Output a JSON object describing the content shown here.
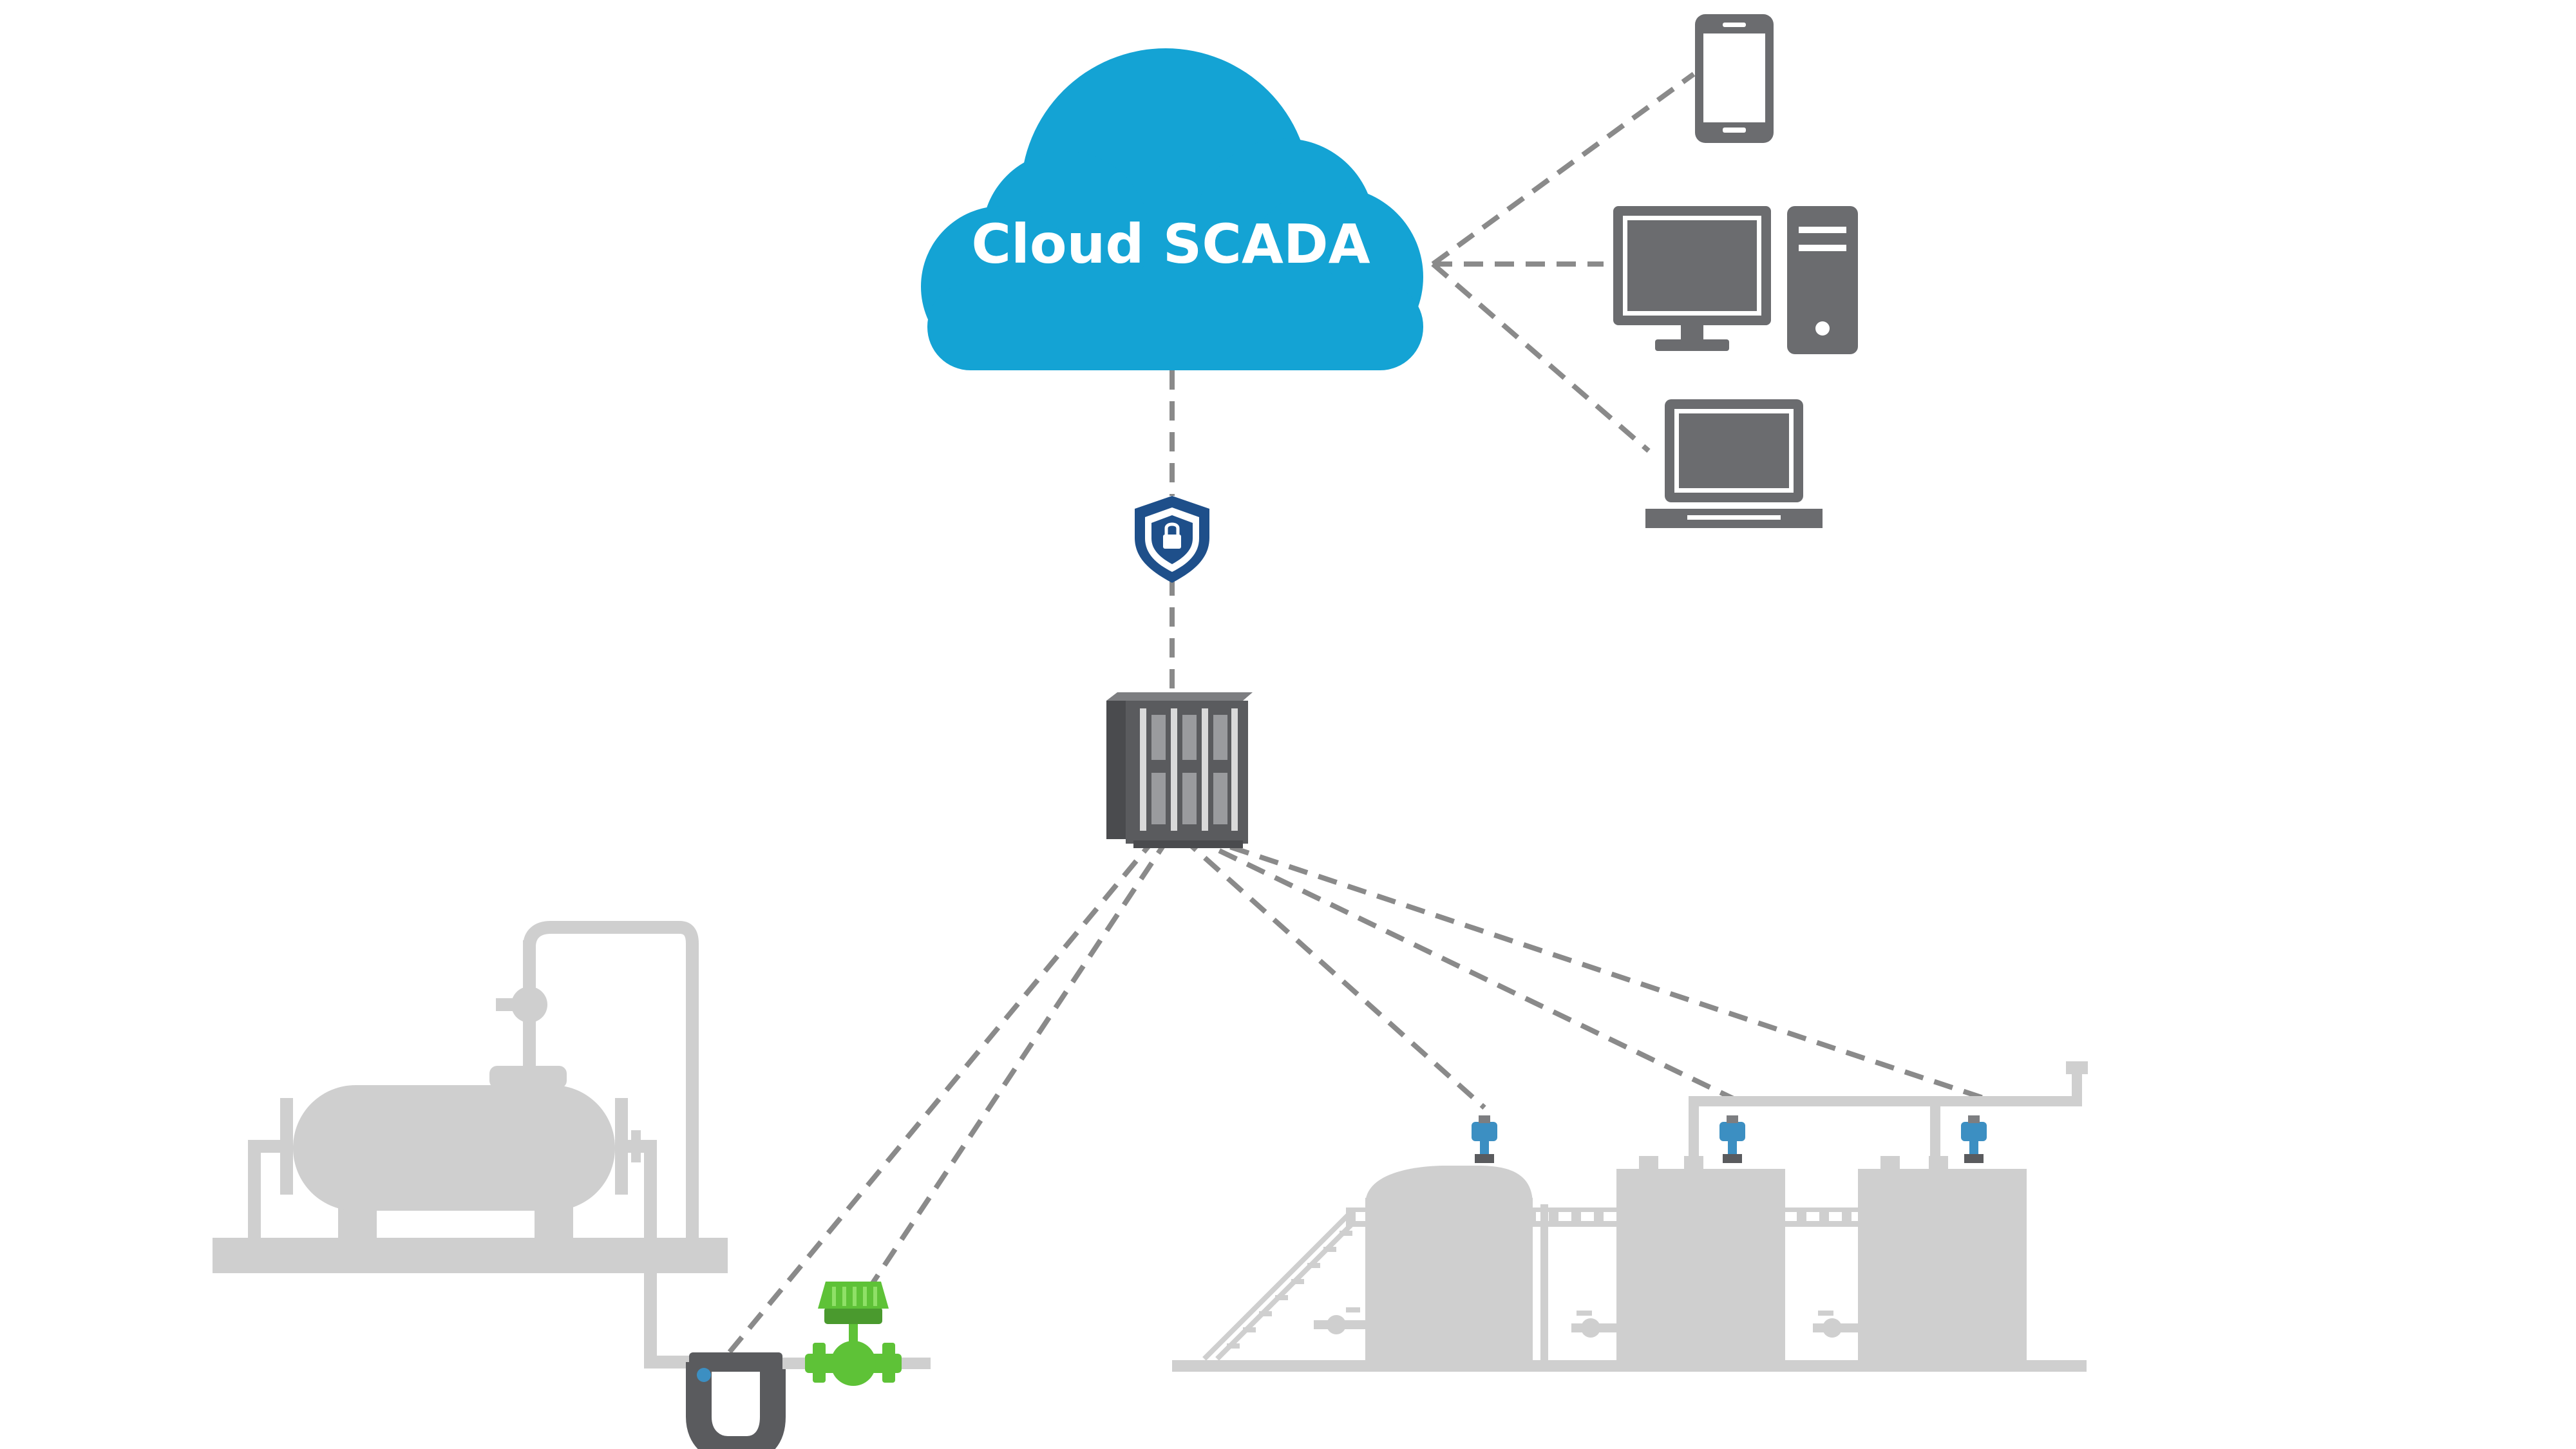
{
  "cloud": {
    "label": "Cloud SCADA",
    "color": "#14a3d4",
    "text_color": "#ffffff",
    "icon": "cloud-icon"
  },
  "security": {
    "icon": "shield-lock-icon",
    "color": "#1e4f8a"
  },
  "gateway": {
    "icon": "rtu-controller-icon",
    "color": "#5a5b5e"
  },
  "client_devices": [
    {
      "name": "smartphone",
      "icon": "smartphone-icon"
    },
    {
      "name": "desktop-computer",
      "icon": "desktop-computer-icon"
    },
    {
      "name": "laptop",
      "icon": "laptop-icon"
    }
  ],
  "field_equipment": [
    {
      "name": "horizontal-storage-tank",
      "icon": "horizontal-tank-icon"
    },
    {
      "name": "coriolis-flowmeter",
      "icon": "coriolis-flowmeter-icon"
    },
    {
      "name": "control-valve",
      "icon": "control-valve-icon",
      "color": "#5ec237"
    },
    {
      "name": "vertical-tank-1",
      "icon": "vertical-tank-icon"
    },
    {
      "name": "vertical-tank-2",
      "icon": "vertical-tank-icon"
    },
    {
      "name": "vertical-tank-3",
      "icon": "vertical-tank-icon"
    },
    {
      "name": "level-transmitters",
      "icon": "pressure-transmitter-icon",
      "color": "#3c8fc2"
    }
  ],
  "colors": {
    "connector": "#8a8a8a",
    "device": "#6b6c6f",
    "equipment": "#cfcfcf"
  }
}
